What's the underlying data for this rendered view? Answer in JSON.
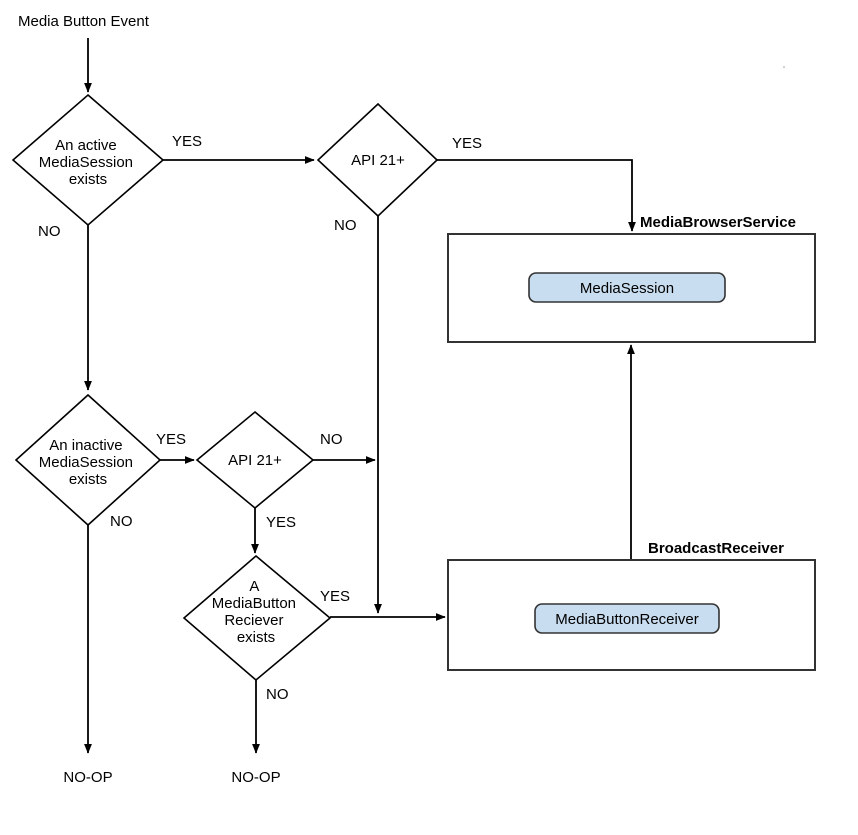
{
  "diagram": {
    "title": "Media Button Event",
    "entry_label": "Media Button Event",
    "colors": {
      "node_fill": "#c9ddf0",
      "node_stroke": "#333333",
      "line": "#000000",
      "background": "#ffffff"
    },
    "decisions": [
      {
        "id": "active-session",
        "lines": [
          "An active",
          "MediaSession",
          "exists"
        ],
        "yes_label": "YES",
        "no_label": "NO"
      },
      {
        "id": "api21-top",
        "lines": [
          "API 21+"
        ],
        "yes_label": "YES",
        "no_label": "NO"
      },
      {
        "id": "inactive-session",
        "lines": [
          "An inactive",
          "MediaSession",
          "exists"
        ],
        "yes_label": "YES",
        "no_label": "NO"
      },
      {
        "id": "api21-bottom",
        "lines": [
          "API 21+"
        ],
        "yes_label": "YES",
        "no_label": "NO"
      },
      {
        "id": "media-button-receiver-exists",
        "lines": [
          "A",
          "MediaButton",
          "Reciever",
          "exists"
        ],
        "yes_label": "YES",
        "no_label": "NO"
      }
    ],
    "containers": [
      {
        "id": "media-browser-service",
        "label": "MediaBrowserService",
        "child": "MediaSession"
      },
      {
        "id": "broadcast-receiver",
        "label": "BroadcastReceiver",
        "child": "MediaButtonReceiver"
      }
    ],
    "terminals": [
      {
        "id": "no-op-left",
        "label": "NO-OP"
      },
      {
        "id": "no-op-middle",
        "label": "NO-OP"
      }
    ],
    "edge_labels": {
      "active_yes": "YES",
      "active_no": "NO",
      "api21_top_yes": "YES",
      "api21_top_no": "NO",
      "inactive_yes": "YES",
      "inactive_no": "NO",
      "api21_bottom_no": "NO",
      "api21_bottom_yes": "YES",
      "mbr_yes": "YES",
      "mbr_no": "NO"
    }
  }
}
